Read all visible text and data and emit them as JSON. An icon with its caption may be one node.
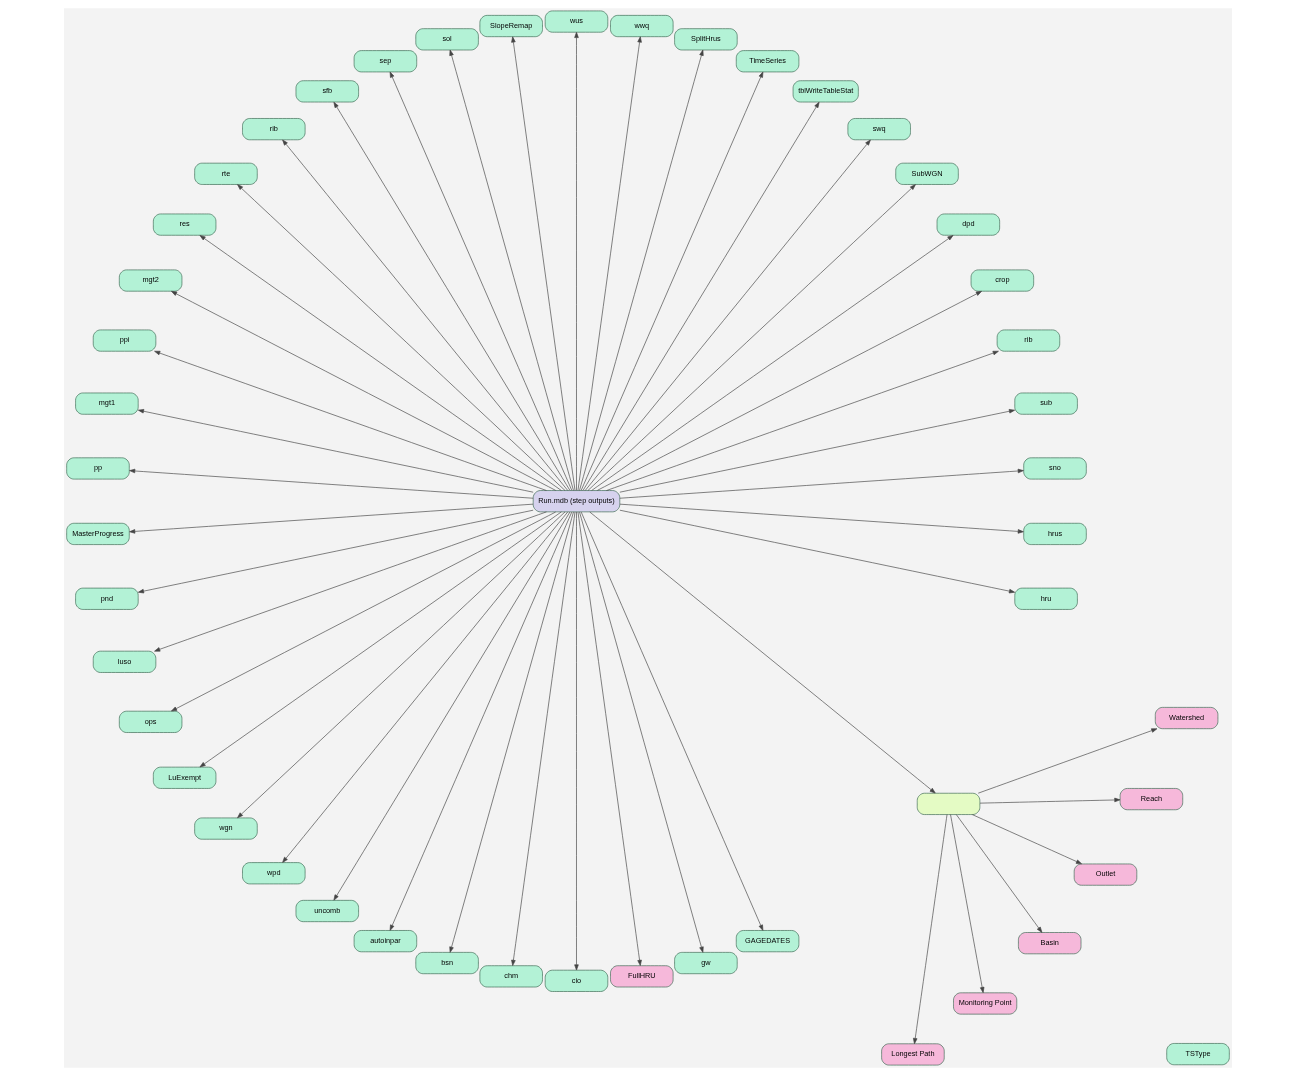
{
  "diagram": {
    "nodes": [
      {
        "text": [
          "sno"
        ]
      },
      {
        "text": [
          "sub"
        ]
      },
      {
        "text": [
          "rib"
        ]
      },
      {
        "text": [
          "crop"
        ]
      },
      {
        "text": [
          "dpd"
        ]
      },
      {
        "text": [
          "SubWGN"
        ]
      },
      {
        "text": [
          "swq"
        ]
      },
      {
        "text": [
          "tblWriteTableStat"
        ]
      },
      {
        "text": [
          "TimeSeries"
        ]
      },
      {
        "text": [
          "SplitHrus"
        ]
      },
      {
        "text": [
          "wwq"
        ]
      },
      {
        "text": [
          "wus"
        ]
      },
      {
        "text": [
          "SlopeRemap"
        ]
      },
      {
        "text": [
          "sol"
        ]
      },
      {
        "text": [
          "sep"
        ]
      },
      {
        "text": [
          "sfb"
        ]
      },
      {
        "text": [
          "rib"
        ]
      },
      {
        "text": [
          "rte"
        ]
      },
      {
        "text": [
          "res"
        ]
      },
      {
        "text": [
          "mgt2"
        ]
      },
      {
        "text": [
          "ppi"
        ]
      },
      {
        "text": [
          "Run.mdb (step outputs)"
        ]
      },
      {
        "text": [
          "mgt1"
        ]
      },
      {
        "text": [
          "pp"
        ]
      },
      {
        "text": [
          "MasterProgress"
        ]
      },
      {
        "text": [
          "pnd"
        ]
      },
      {
        "text": [
          "luso"
        ]
      },
      {
        "text": [
          "ops"
        ]
      },
      {
        "text": [
          "LuExempt"
        ]
      },
      {
        "text": [
          "wgn"
        ]
      },
      {
        "text": [
          "TSType"
        ]
      },
      {
        "text": [
          "wpd"
        ]
      },
      {
        "text": [
          "uncomb"
        ]
      },
      {
        "text": [
          "autoinpar"
        ]
      },
      {
        "text": [
          "bsn"
        ]
      },
      {
        "text": [
          "chm"
        ]
      },
      {
        "text": [
          "cio"
        ]
      },
      {
        "text": [
          "FullHRU"
        ]
      },
      {
        "text": [
          "gw"
        ]
      },
      {
        "text": [
          "GAGEDATES"
        ]
      },
      {
        "text": [],
        "shape": "box"
      },
      {
        "text": [
          "hru"
        ]
      },
      {
        "text": [
          "hrus"
        ]
      },
      {
        "text": [
          "Longest Path"
        ]
      },
      {
        "text": [
          "Monitoring Point"
        ]
      },
      {
        "text": [
          "Basin"
        ]
      },
      {
        "text": [
          "Outlet"
        ]
      },
      {
        "text": [
          "Reach"
        ]
      },
      {
        "text": [
          "Watershed"
        ]
      }
    ],
    "edges": [
      {
        "from": 21,
        "to": 0,
        "arrow": "to"
      },
      {
        "from": 21,
        "to": 1,
        "arrow": "to"
      },
      {
        "from": 21,
        "to": 2,
        "arrow": "to"
      },
      {
        "from": 21,
        "to": 3,
        "arrow": "to"
      },
      {
        "from": 21,
        "to": 4,
        "arrow": "to"
      },
      {
        "from": 21,
        "to": 5,
        "arrow": "to"
      },
      {
        "from": 21,
        "to": 6,
        "arrow": "to"
      },
      {
        "from": 21,
        "to": 7,
        "arrow": "to"
      },
      {
        "from": 21,
        "to": 8,
        "arrow": "to"
      },
      {
        "from": 21,
        "to": 9,
        "arrow": "to"
      },
      {
        "from": 21,
        "to": 10,
        "arrow": "to"
      },
      {
        "from": 21,
        "to": 11,
        "arrow": "to"
      },
      {
        "from": 21,
        "to": 12,
        "arrow": "to"
      },
      {
        "from": 21,
        "to": 13,
        "arrow": "to"
      },
      {
        "from": 21,
        "to": 14,
        "arrow": "to"
      },
      {
        "from": 21,
        "to": 15,
        "arrow": "to"
      },
      {
        "from": 21,
        "to": 16,
        "arrow": "to"
      },
      {
        "from": 21,
        "to": 17,
        "arrow": "to"
      },
      {
        "from": 21,
        "to": 18,
        "arrow": "to"
      },
      {
        "from": 21,
        "to": 19,
        "arrow": "to"
      },
      {
        "from": 21,
        "to": 20,
        "arrow": "to"
      },
      {
        "from": 21,
        "to": 22,
        "arrow": "to"
      },
      {
        "from": 21,
        "to": 23,
        "arrow": "to"
      },
      {
        "from": 21,
        "to": 24,
        "arrow": "to"
      },
      {
        "from": 21,
        "to": 25,
        "arrow": "to"
      },
      {
        "from": 21,
        "to": 26,
        "arrow": "to"
      },
      {
        "from": 21,
        "to": 27,
        "arrow": "to"
      },
      {
        "from": 21,
        "to": 28,
        "arrow": "to"
      },
      {
        "from": 21,
        "to": 29,
        "arrow": "to"
      },
      {
        "from": 21,
        "to": 31,
        "arrow": "to"
      },
      {
        "from": 21,
        "to": 32,
        "arrow": "to"
      },
      {
        "from": 21,
        "to": 33,
        "arrow": "to"
      },
      {
        "from": 21,
        "to": 34,
        "arrow": "to"
      },
      {
        "from": 21,
        "to": 35,
        "arrow": "to"
      },
      {
        "from": 21,
        "to": 36,
        "arrow": "to"
      },
      {
        "from": 21,
        "to": 37,
        "arrow": "to"
      },
      {
        "from": 21,
        "to": 38,
        "arrow": "to"
      },
      {
        "from": 21,
        "to": 39,
        "arrow": "to"
      },
      {
        "from": 21,
        "to": 40,
        "arrow": "to"
      },
      {
        "from": 21,
        "to": 41,
        "arrow": "to"
      },
      {
        "from": 21,
        "to": 42,
        "arrow": "to"
      },
      {
        "from": 40,
        "to": 43,
        "arrow": "to"
      },
      {
        "from": 40,
        "to": 44,
        "arrow": "to"
      },
      {
        "from": 40,
        "to": 45,
        "arrow": "to"
      },
      {
        "from": 40,
        "to": 46,
        "arrow": "to"
      },
      {
        "from": 40,
        "to": 47,
        "arrow": "to"
      },
      {
        "from": 40,
        "to": 48,
        "arrow": "to"
      }
    ]
  }
}
